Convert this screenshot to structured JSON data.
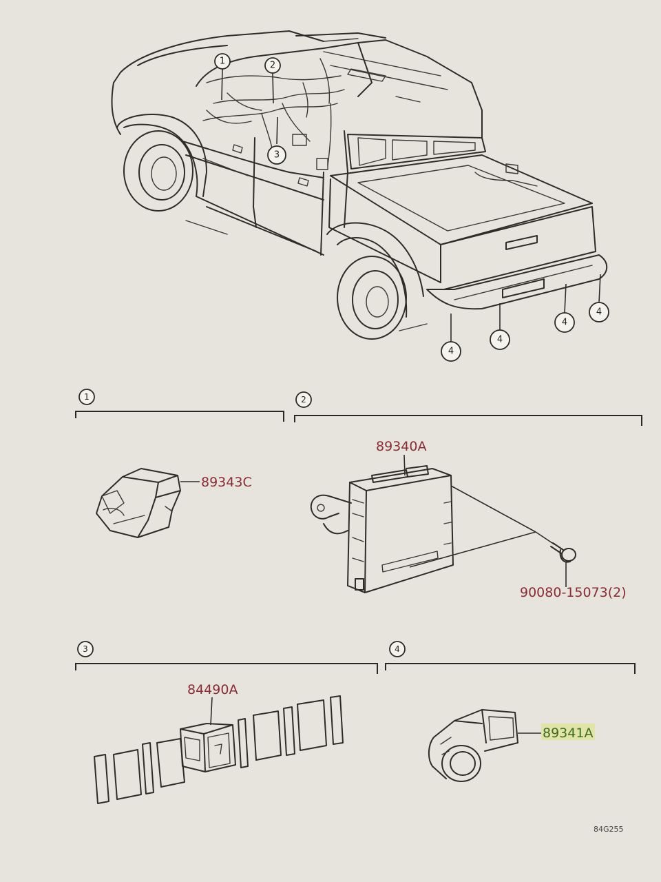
{
  "vehicle_callouts": [
    "1",
    "2",
    "3",
    "4",
    "4",
    "4",
    "4"
  ],
  "sections": [
    {
      "number": "1",
      "parts": [
        "89343C"
      ]
    },
    {
      "number": "2",
      "parts": [
        "89340A",
        "90080-15073(2)"
      ]
    },
    {
      "number": "3",
      "parts": [
        "84490A"
      ]
    },
    {
      "number": "4",
      "parts": [
        "89341A"
      ]
    }
  ],
  "figure_code": "84G255",
  "colors": {
    "paper": "#e6e4dc",
    "line": "#2e2b29",
    "part_number": "#8a2a34",
    "highlighted_part_number": "#3f6b22",
    "highlight": "#dfe59a"
  }
}
